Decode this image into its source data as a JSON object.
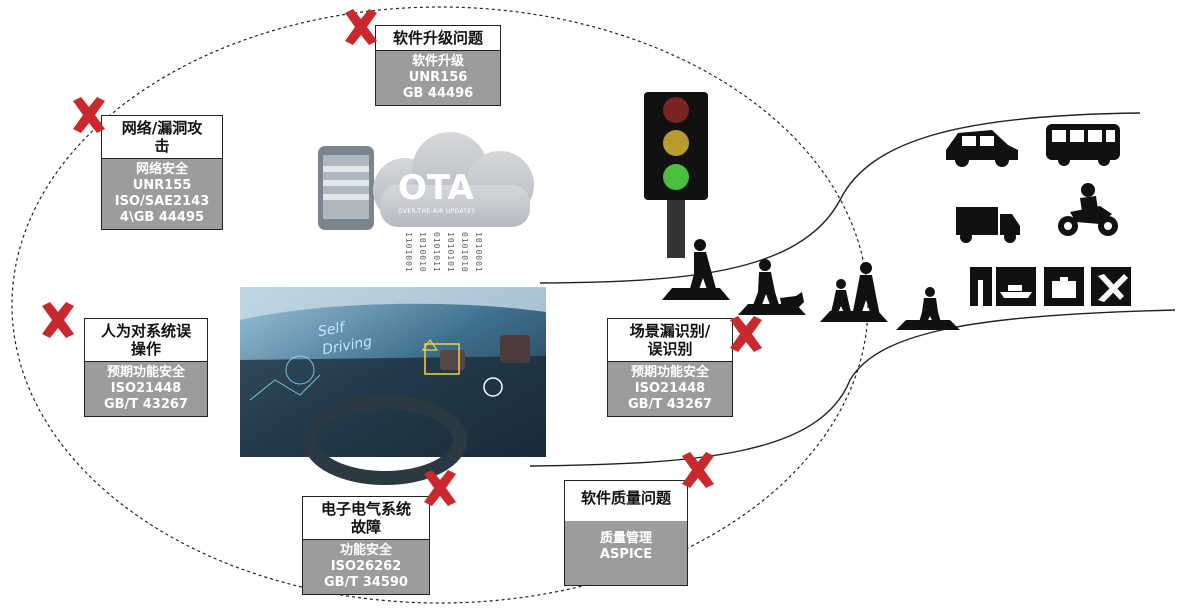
{
  "cards": {
    "ota": {
      "title": [
        "软件升级问题"
      ],
      "lines": [
        "软件升级",
        "UNR156",
        "GB 44496"
      ]
    },
    "network": {
      "title": [
        "网络/漏洞攻",
        "击"
      ],
      "lines": [
        "网络安全",
        "UNR155",
        "ISO/SAE2143",
        "4\\GB 44495"
      ]
    },
    "human": {
      "title": [
        "人为对系统误",
        "操作"
      ],
      "lines": [
        "预期功能安全",
        "ISO21448",
        "GB/T  43267"
      ]
    },
    "scenario": {
      "title": [
        "场景漏识别/",
        "误识别"
      ],
      "lines": [
        "预期功能安全",
        "ISO21448",
        "GB/T  43267"
      ]
    },
    "electric": {
      "title": [
        "电子电气系统",
        "故障"
      ],
      "lines": [
        "功能安全",
        "ISO26262",
        "GB/T 34590"
      ]
    },
    "quality": {
      "title": [
        "软件质量问题"
      ],
      "lines": [
        "质量管理",
        "ASPICE"
      ]
    }
  },
  "ota_graphic": {
    "label": "OTA",
    "sub": "OVER-THE-AIR UPDATES"
  },
  "bit_strings": [
    "1101001",
    "1010010",
    "0101011",
    "1010101",
    "0101010",
    "1010001"
  ],
  "screen_text": {
    "line1": "Self",
    "line2": "Driving"
  },
  "colors": {
    "cross": "#c9282d",
    "card_body": "#9c9c9c",
    "ota_cloud": "#c9ccd1",
    "traffic_green": "#4bbf3d",
    "traffic_yellow": "#b79b2c",
    "traffic_red": "#7a2323"
  },
  "icons": [
    "close-icon",
    "phone-icon",
    "cloud-icon",
    "traffic-light-icon",
    "pedestrian-icon",
    "dog-walker-icon",
    "family-icon",
    "child-icon",
    "car-icon",
    "bus-icon",
    "truck-icon",
    "motorcycle-icon",
    "tunnel-icon",
    "ship-icon",
    "toolbox-icon",
    "tools-icon"
  ]
}
